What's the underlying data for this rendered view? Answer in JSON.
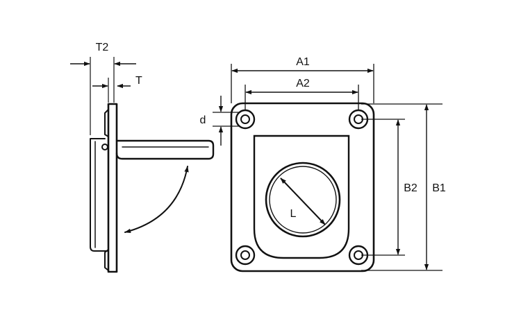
{
  "labels": {
    "t2": "T2",
    "t": "T",
    "a1": "A1",
    "a2": "A2",
    "d": "d",
    "b1": "B1",
    "b2": "B2",
    "l": "L"
  },
  "colors": {
    "stroke": "#111111",
    "background": "#ffffff"
  }
}
